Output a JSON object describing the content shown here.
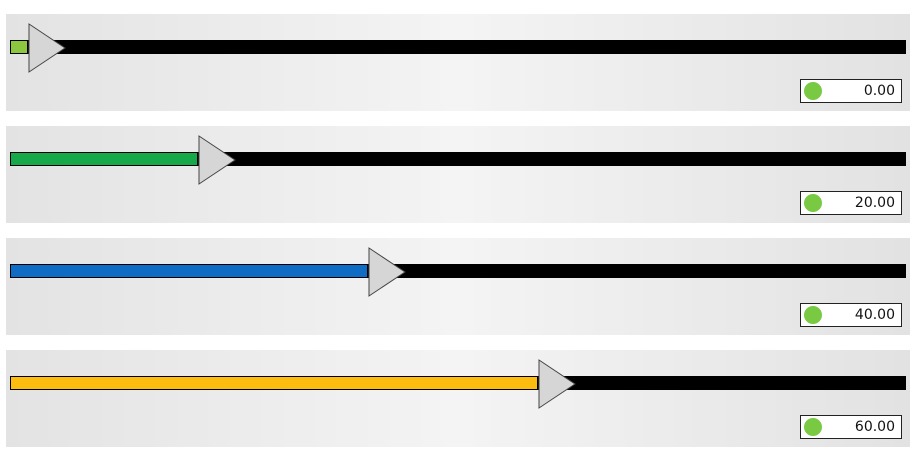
{
  "sliders": [
    {
      "value": 0,
      "fraction": 0.0,
      "fill_color": "#8dc63f",
      "display": "0.00"
    },
    {
      "value": 20,
      "fraction": 0.2,
      "fill_color": "#17a84a",
      "display": "20.00"
    },
    {
      "value": 40,
      "fraction": 0.4,
      "fill_color": "#0e6cc4",
      "display": "40.00"
    },
    {
      "value": 60,
      "fraction": 0.6,
      "fill_color": "#fdbc10",
      "display": "60.00"
    }
  ],
  "colors": {
    "track": "#000000",
    "thumb_fill": "#d6d6d6",
    "thumb_stroke": "#444444",
    "indicator": "#7ac943"
  }
}
